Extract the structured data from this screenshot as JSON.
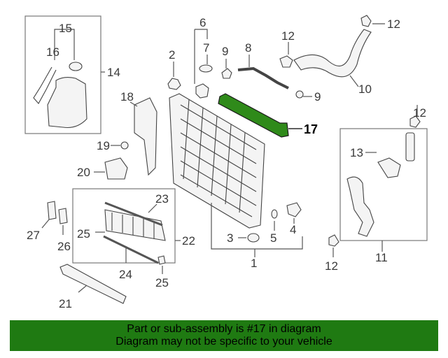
{
  "callouts": {
    "c1": "1",
    "c2": "2",
    "c3": "3",
    "c4": "4",
    "c5": "5",
    "c6": "6",
    "c7": "7",
    "c8": "8",
    "c9a": "9",
    "c9b": "9",
    "c10": "10",
    "c11": "11",
    "c12a": "12",
    "c12b": "12",
    "c12c": "12",
    "c12d": "12",
    "c13": "13",
    "c14": "14",
    "c15": "15",
    "c16": "16",
    "c17": "17",
    "c18": "18",
    "c19": "19",
    "c20": "20",
    "c21": "21",
    "c22": "22",
    "c23": "23",
    "c24": "24",
    "c25a": "25",
    "c25b": "25",
    "c26": "26",
    "c27": "27"
  },
  "highlight_color": "#1f7a12",
  "banner": {
    "line1": "Part or sub-assembly is #17 in diagram",
    "line2": "Diagram may not be specific to your vehicle"
  }
}
